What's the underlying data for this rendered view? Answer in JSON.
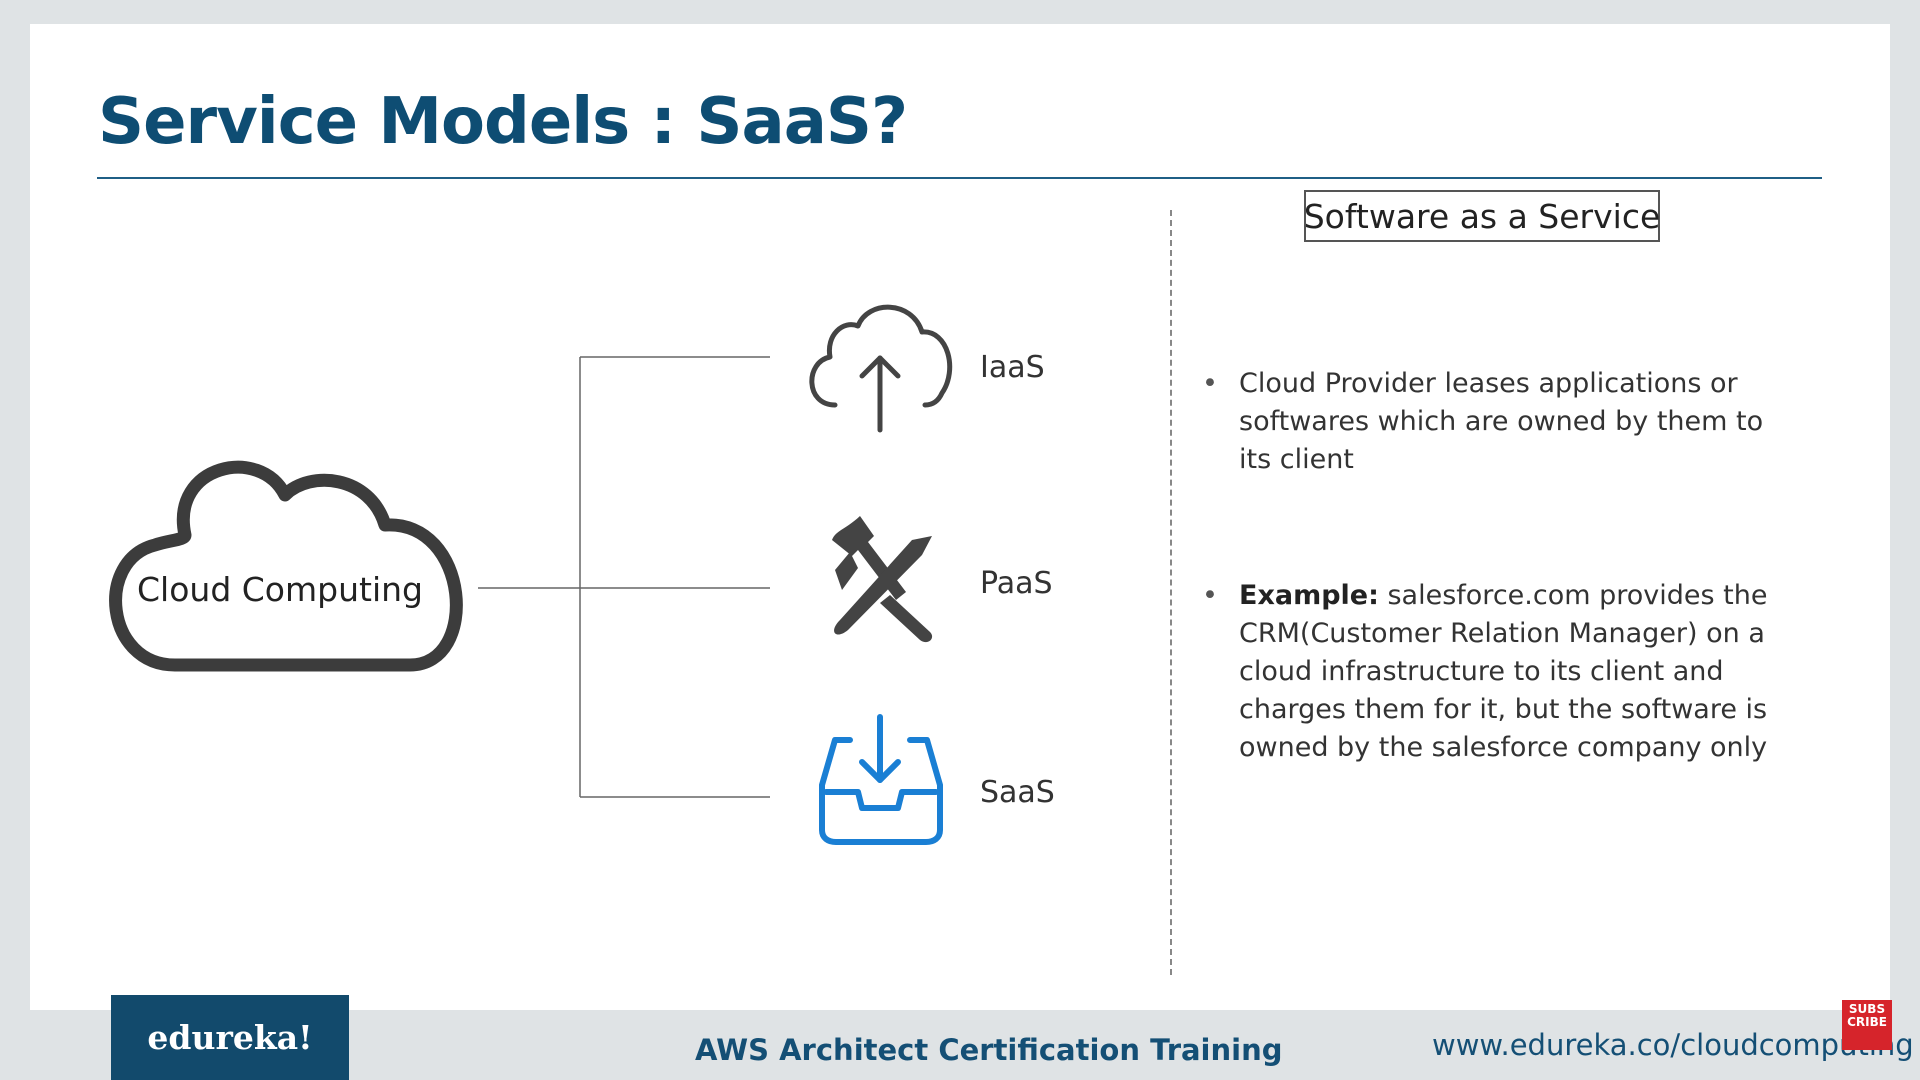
{
  "slide": {
    "title": "Service Models : SaaS?",
    "box_label": "Software as a Service"
  },
  "diagram": {
    "root": "Cloud Computing",
    "models": [
      {
        "label": "IaaS",
        "icon": "cloud-upload-icon"
      },
      {
        "label": "PaaS",
        "icon": "tools-icon"
      },
      {
        "label": "SaaS",
        "icon": "inbox-download-icon"
      }
    ]
  },
  "bullets": [
    {
      "bold": "",
      "text": "Cloud Provider leases applications or softwares which are owned by them to its client"
    },
    {
      "bold": "Example:",
      "text": " salesforce.com provides the CRM(Customer Relation Manager) on a cloud infrastructure to its client and charges them for it, but the software is owned by the salesforce company only"
    }
  ],
  "footer": {
    "logo": "edureka!",
    "course": "AWS Architect Certification Training",
    "url": "www.edureka.co/cloudcomputing",
    "subscribe": "SUBS CRIBE"
  },
  "colors": {
    "title": "#0e4d73",
    "accent_blue": "#1a7fd4",
    "icon_dark": "#444444",
    "footer_bg": "#124a6c"
  }
}
